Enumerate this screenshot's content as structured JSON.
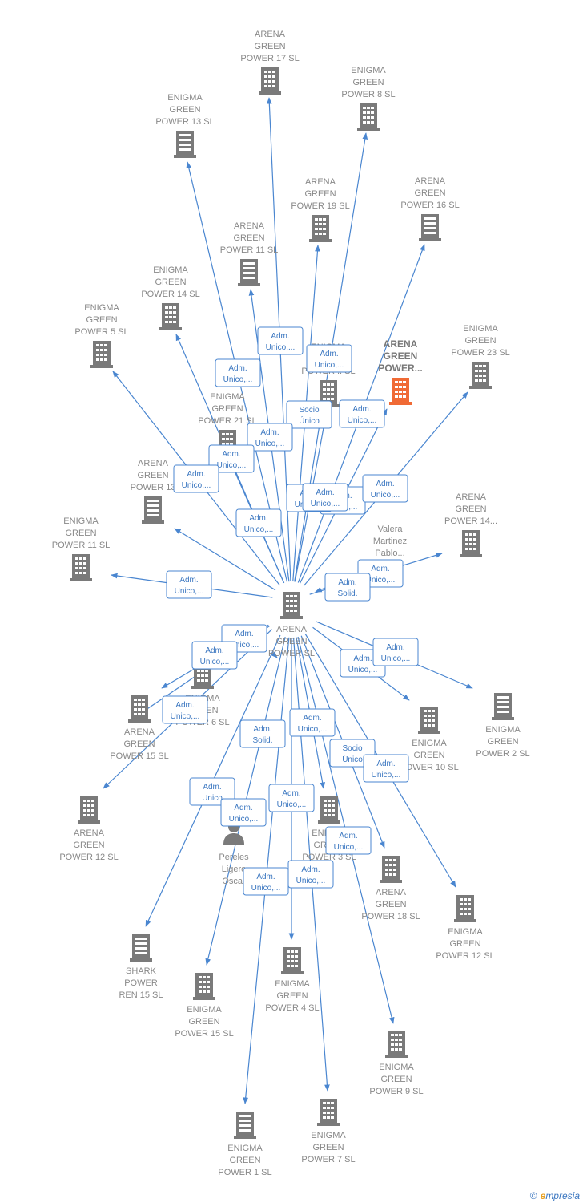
{
  "colors": {
    "edge": "#4a86d0",
    "node": "#7a7a7a",
    "highlight": "#f06a35",
    "label": "#888888"
  },
  "icons": {
    "company": "building-icon",
    "person": "person-icon"
  },
  "center": {
    "id": "center",
    "lines": [
      "ARENA",
      "GREEN",
      "POWER  SL"
    ]
  },
  "nodes": [
    {
      "id": "n1",
      "type": "company",
      "lines": [
        "ARENA",
        "GREEN",
        "POWER 17  SL"
      ]
    },
    {
      "id": "n2",
      "type": "company",
      "lines": [
        "ENIGMA",
        "GREEN",
        "POWER 8  SL"
      ]
    },
    {
      "id": "n3",
      "type": "company",
      "lines": [
        "ENIGMA",
        "GREEN",
        "POWER 13  SL"
      ]
    },
    {
      "id": "n4",
      "type": "company",
      "lines": [
        "ARENA",
        "GREEN",
        "POWER 19  SL"
      ]
    },
    {
      "id": "n5",
      "type": "company",
      "lines": [
        "ARENA",
        "GREEN",
        "POWER 16  SL"
      ]
    },
    {
      "id": "n6",
      "type": "company",
      "lines": [
        "ARENA",
        "GREEN",
        "POWER 11  SL"
      ]
    },
    {
      "id": "n7",
      "type": "company",
      "lines": [
        "ENIGMA",
        "GREEN",
        "POWER 14  SL"
      ]
    },
    {
      "id": "n8",
      "type": "company",
      "lines": [
        "ENIGMA",
        "GREEN",
        "POWER 5  SL"
      ]
    },
    {
      "id": "n9",
      "type": "company",
      "lines": [
        "ENIGMA",
        "GREEN",
        "POWER ..  SL"
      ]
    },
    {
      "id": "n10",
      "type": "company",
      "highlight": true,
      "lines": [
        "ARENA",
        "GREEN",
        "POWER..."
      ]
    },
    {
      "id": "n11",
      "type": "company",
      "lines": [
        "ENIGMA",
        "GREEN",
        "POWER 23  SL"
      ]
    },
    {
      "id": "n12",
      "type": "company",
      "lines": [
        "ENIGMA",
        "GREEN",
        "POWER 21  SL"
      ]
    },
    {
      "id": "n13",
      "type": "company",
      "lines": [
        "ARENA",
        "GREEN",
        "POWER 13"
      ]
    },
    {
      "id": "n14",
      "type": "company",
      "lines": [
        "ARENA",
        "GREEN",
        "POWER 14..."
      ]
    },
    {
      "id": "n15",
      "type": "person",
      "lines": [
        "Valera",
        "Martinez",
        "Pablo..."
      ]
    },
    {
      "id": "n16",
      "type": "company",
      "lines": [
        "ENIGMA",
        "GREEN",
        "POWER 11  SL"
      ]
    },
    {
      "id": "n17",
      "type": "company",
      "lines": [
        "ENIGMA",
        "GREEN",
        "POWER 6  SL"
      ]
    },
    {
      "id": "n18",
      "type": "company",
      "lines": [
        "ARENA",
        "GREEN",
        "POWER 15  SL"
      ]
    },
    {
      "id": "n19",
      "type": "company",
      "lines": [
        "ENIGMA",
        "GREEN",
        "POWER 10  SL"
      ]
    },
    {
      "id": "n20",
      "type": "company",
      "lines": [
        "ENIGMA",
        "GREEN",
        "POWER 2  SL"
      ]
    },
    {
      "id": "n21",
      "type": "company",
      "lines": [
        "ARENA",
        "GREEN",
        "POWER 12  SL"
      ]
    },
    {
      "id": "n22",
      "type": "company",
      "lines": [
        "ENIGMA",
        "GREEN",
        "POWER 3  SL"
      ]
    },
    {
      "id": "n23",
      "type": "person",
      "lines": [
        "Pereles",
        "Ligero",
        "Oscar"
      ]
    },
    {
      "id": "n24",
      "type": "company",
      "lines": [
        "ARENA",
        "GREEN",
        "POWER 18  SL"
      ]
    },
    {
      "id": "n25",
      "type": "company",
      "lines": [
        "ENIGMA",
        "GREEN",
        "POWER 12  SL"
      ]
    },
    {
      "id": "n26",
      "type": "company",
      "lines": [
        "SHARK",
        "POWER",
        "REN 15  SL"
      ]
    },
    {
      "id": "n27",
      "type": "company",
      "lines": [
        "ENIGMA",
        "GREEN",
        "POWER 15  SL"
      ]
    },
    {
      "id": "n28",
      "type": "company",
      "lines": [
        "ENIGMA",
        "GREEN",
        "POWER 4  SL"
      ]
    },
    {
      "id": "n29",
      "type": "company",
      "lines": [
        "ENIGMA",
        "GREEN",
        "POWER 9  SL"
      ]
    },
    {
      "id": "n30",
      "type": "company",
      "lines": [
        "ENIGMA",
        "GREEN",
        "POWER 7  SL"
      ]
    },
    {
      "id": "n31",
      "type": "company",
      "lines": [
        "ENIGMA",
        "GREEN",
        "POWER 1  SL"
      ]
    }
  ],
  "edges": [
    {
      "from": "center",
      "to": "n1",
      "label": [
        "Adm.",
        "Unico,..."
      ]
    },
    {
      "from": "center",
      "to": "n2",
      "label": [
        "Adm.",
        "Unico,..."
      ]
    },
    {
      "from": "center",
      "to": "n3",
      "label": [
        "Adm.",
        "Unico,..."
      ]
    },
    {
      "from": "center",
      "to": "n4",
      "label": [
        "Socio",
        "Único"
      ]
    },
    {
      "from": "center",
      "to": "n5",
      "label": [
        "Adm.",
        "Unico,..."
      ]
    },
    {
      "from": "center",
      "to": "n6",
      "label": [
        "Adm.",
        "Unico,..."
      ]
    },
    {
      "from": "center",
      "to": "n7",
      "label": [
        "Adm.",
        "Unico,..."
      ]
    },
    {
      "from": "center",
      "to": "n8",
      "label": [
        "Adm.",
        "Unico,..."
      ]
    },
    {
      "from": "center",
      "to": "n9",
      "label": [
        "Adm.",
        "Unico,..."
      ]
    },
    {
      "from": "center",
      "to": "n11",
      "label": [
        "Adm.",
        "Unico,..."
      ]
    },
    {
      "from": "center",
      "to": "n12",
      "label": [
        "Adm.",
        "Unico,..."
      ]
    },
    {
      "from": "center",
      "to": "n13",
      "label": [
        "Adm.",
        "Unico,..."
      ]
    },
    {
      "from": "center",
      "to": "n14",
      "label": [
        "Adm.",
        "Unico,..."
      ]
    },
    {
      "from": "n15",
      "to": "center",
      "label": [
        "Adm.",
        "Solid."
      ]
    },
    {
      "from": "center",
      "to": "n16",
      "label": [
        "Adm.",
        "Unico,..."
      ]
    },
    {
      "from": "center",
      "to": "n17",
      "label": [
        "Adm.",
        "Unico,..."
      ]
    },
    {
      "from": "center",
      "to": "n18",
      "label": [
        "Adm.",
        "Unico,..."
      ]
    },
    {
      "from": "center",
      "to": "n19",
      "label": [
        "Adm.",
        "Unico,..."
      ]
    },
    {
      "from": "center",
      "to": "n20",
      "label": [
        "Adm.",
        "Unico,..."
      ]
    },
    {
      "from": "center",
      "to": "n21",
      "label": [
        "Adm.",
        "Unico,..."
      ]
    },
    {
      "from": "center",
      "to": "n22",
      "label": [
        "Adm.",
        "Unico,..."
      ]
    },
    {
      "from": "n23",
      "to": "center",
      "label": [
        "Adm.",
        "Solid."
      ]
    },
    {
      "from": "center",
      "to": "n24",
      "label": [
        "Socio",
        "Único"
      ]
    },
    {
      "from": "center",
      "to": "n25",
      "label": [
        "Adm.",
        "Unico,..."
      ]
    },
    {
      "from": "center",
      "to": "n26",
      "label": [
        "Adm.",
        "Unico"
      ]
    },
    {
      "from": "center",
      "to": "n27",
      "label": [
        "Adm.",
        "Unico,..."
      ]
    },
    {
      "from": "center",
      "to": "n28",
      "label": [
        "Adm.",
        "Unico,..."
      ]
    },
    {
      "from": "center",
      "to": "n29",
      "label": [
        "Adm.",
        "Unico,..."
      ]
    },
    {
      "from": "center",
      "to": "n30",
      "label": [
        "Adm.",
        "Unico,..."
      ]
    },
    {
      "from": "center",
      "to": "n31",
      "label": [
        "Adm.",
        "Unico,..."
      ]
    },
    {
      "from": "center",
      "to": "n10",
      "label": [
        "Adm.",
        "Unico,..."
      ]
    }
  ],
  "footer": {
    "copyright": "©",
    "brand_initial": "e",
    "brand_rest": "mpresia"
  }
}
